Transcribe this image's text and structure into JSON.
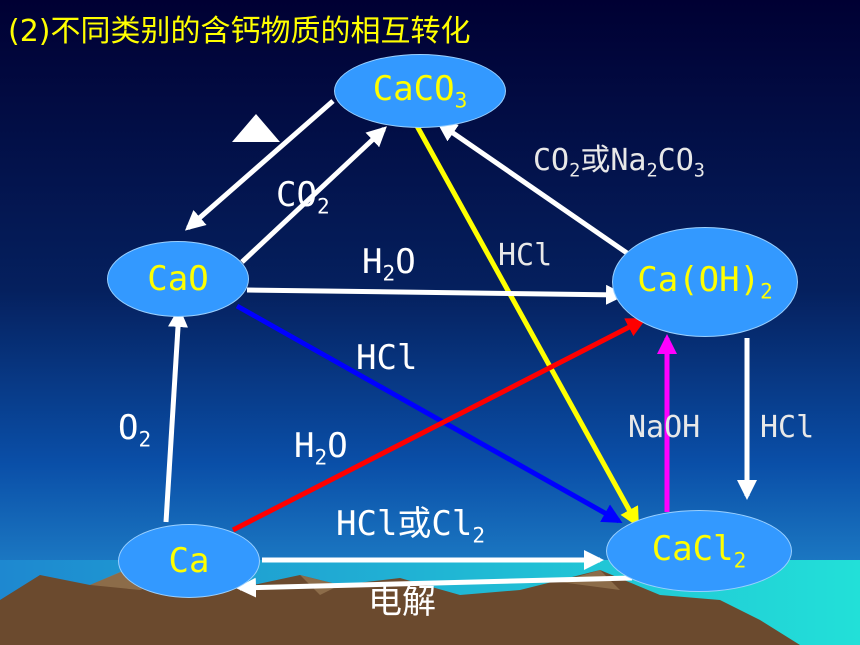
{
  "title": "(2)不同类别的含钙物质的相互转化",
  "nodes": {
    "caco3": {
      "main": "CaCO",
      "sub": "3"
    },
    "cao": {
      "main": "CaO"
    },
    "caoh2": {
      "main": "Ca(OH)",
      "sub": "2"
    },
    "ca": {
      "main": "Ca"
    },
    "cacl2": {
      "main": "CaCl",
      "sub": "2"
    }
  },
  "labels": {
    "heat": "▲",
    "co2_a": {
      "main": "CO",
      "sub": "2"
    },
    "co2_b": {
      "a": "CO",
      "s1": "2",
      "b": "或Na",
      "s2": "2",
      "c": "CO",
      "s3": "3"
    },
    "h2o_a": {
      "a": "H",
      "s1": "2",
      "b": "O"
    },
    "hcl_diag": "HCl",
    "hcl_mid": "HCl",
    "o2": {
      "a": "O",
      "s1": "2"
    },
    "h2o_b": {
      "a": "H",
      "s1": "2",
      "b": "O"
    },
    "naoh": "NaOH",
    "hcl_right": "HCl",
    "hcl_cl2": {
      "a": "HCl或Cl",
      "s1": "2"
    },
    "electrolysis": "电解"
  },
  "colors": {
    "background_top": "#000033",
    "background_mid": "#0a3a8a",
    "title": "#ffff00",
    "node_fill": "#3399ff",
    "node_text": "#ffff00",
    "arrow_white": "#ffffff",
    "arrow_yellow": "#ffff00",
    "arrow_blue": "#0000ff",
    "arrow_red": "#ff0000",
    "arrow_magenta": "#ff00ff"
  }
}
